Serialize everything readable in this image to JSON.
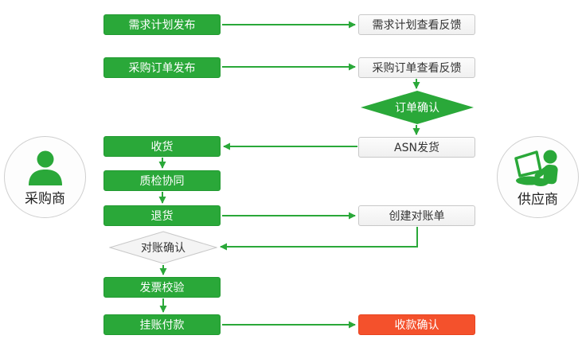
{
  "diagram": {
    "type": "flowchart",
    "description_colors": {
      "green": "#2aa839",
      "red": "#f4512c",
      "gray_border": "#c8c8c8",
      "white_node_bg": "#f7f7f7",
      "text_on_color": "#ffffff",
      "text_dark": "#333333"
    }
  },
  "actors": {
    "buyer": {
      "label": "采购商"
    },
    "supplier": {
      "label": "供应商"
    }
  },
  "nodes": {
    "demand_plan_publish": {
      "label": "需求计划发布",
      "shape": "rect",
      "color": "green"
    },
    "demand_plan_feedback": {
      "label": "需求计划查看反馈",
      "shape": "rect",
      "color": "white"
    },
    "po_publish": {
      "label": "采购订单发布",
      "shape": "rect",
      "color": "green"
    },
    "po_feedback": {
      "label": "采购订单查看反馈",
      "shape": "rect",
      "color": "white"
    },
    "order_confirm": {
      "label": "订单确认",
      "shape": "diamond",
      "color": "green"
    },
    "receive_goods": {
      "label": "收货",
      "shape": "rect",
      "color": "green"
    },
    "asn_ship": {
      "label": "ASN发货",
      "shape": "rect",
      "color": "white"
    },
    "quality_check": {
      "label": "质检协同",
      "shape": "rect",
      "color": "green"
    },
    "return_goods": {
      "label": "退货",
      "shape": "rect",
      "color": "green"
    },
    "create_statement": {
      "label": "创建对账单",
      "shape": "rect",
      "color": "white"
    },
    "statement_confirm": {
      "label": "对账确认",
      "shape": "diamond",
      "color": "gray"
    },
    "invoice_verify": {
      "label": "发票校验",
      "shape": "rect",
      "color": "green"
    },
    "payment": {
      "label": "挂账付款",
      "shape": "rect",
      "color": "green"
    },
    "payment_confirm": {
      "label": "收款确认",
      "shape": "rect",
      "color": "red"
    }
  },
  "edges": [
    {
      "from": "demand_plan_publish",
      "to": "demand_plan_feedback"
    },
    {
      "from": "po_publish",
      "to": "po_feedback"
    },
    {
      "from": "po_feedback",
      "to": "order_confirm"
    },
    {
      "from": "order_confirm",
      "to": "asn_ship"
    },
    {
      "from": "asn_ship",
      "to": "receive_goods"
    },
    {
      "from": "receive_goods",
      "to": "quality_check"
    },
    {
      "from": "quality_check",
      "to": "return_goods"
    },
    {
      "from": "return_goods",
      "to": "create_statement"
    },
    {
      "from": "create_statement",
      "to": "statement_confirm"
    },
    {
      "from": "statement_confirm",
      "to": "invoice_verify"
    },
    {
      "from": "invoice_verify",
      "to": "payment"
    },
    {
      "from": "payment",
      "to": "payment_confirm"
    }
  ]
}
